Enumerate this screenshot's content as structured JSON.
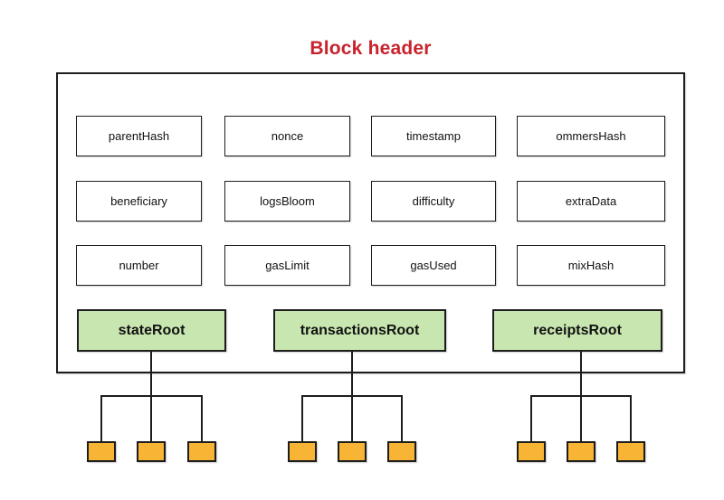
{
  "diagram": {
    "title": "Block header"
  },
  "header_fields": [
    "parentHash",
    "nonce",
    "timestamp",
    "ommersHash",
    "beneficiary",
    "logsBloom",
    "difficulty",
    "extraData",
    "number",
    "gasLimit",
    "gasUsed",
    "mixHash"
  ],
  "roots": [
    "stateRoot",
    "transactionsRoot",
    "receiptsRoot"
  ],
  "tree": {
    "leaves_per_root": 3,
    "total_leaves": 9
  },
  "colors": {
    "title_red": "#c8232c",
    "field_fill": "#ffffff",
    "root_fill": "#c8e6b0",
    "leaf_fill": "#f8b435",
    "border": "#1d1d1d",
    "background": "#ffffff"
  }
}
